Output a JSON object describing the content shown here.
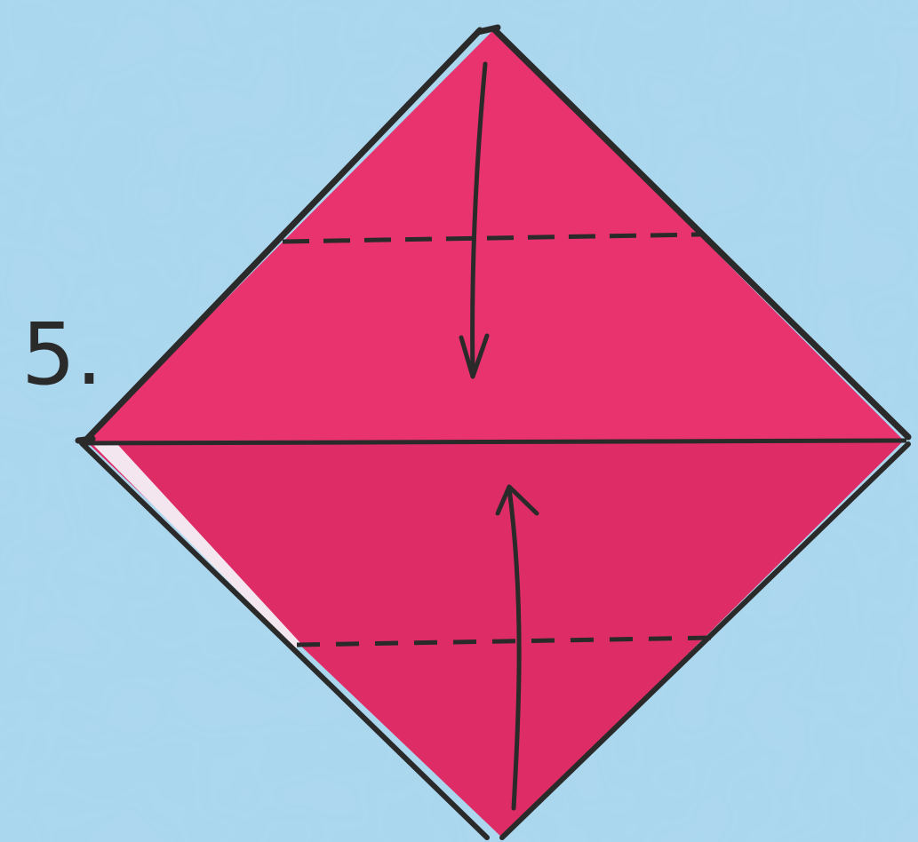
{
  "diagram": {
    "step_number": "5.",
    "colors": {
      "background": "#a9d6ee",
      "paper": "#e8336f",
      "paper_shade": "#de2c67",
      "line": "#2a2a2a"
    },
    "folds": [
      {
        "type": "valley-fold",
        "direction": "down"
      },
      {
        "type": "valley-fold",
        "direction": "up"
      }
    ]
  }
}
